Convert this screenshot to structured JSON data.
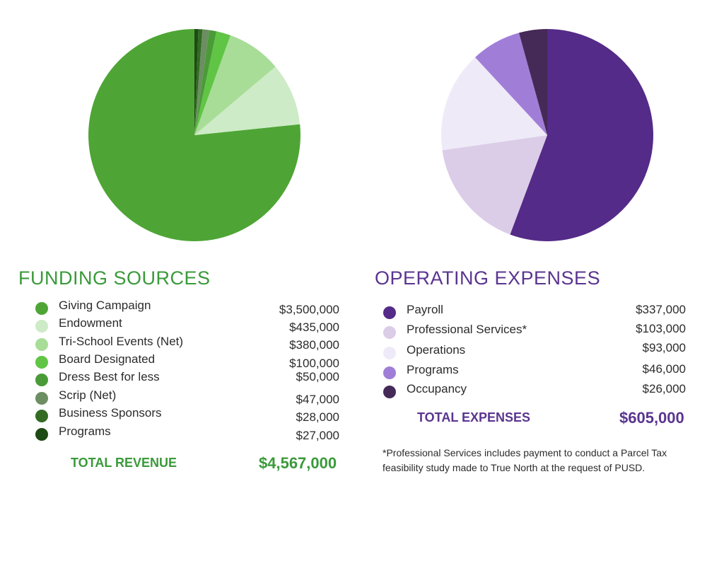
{
  "chart_data": [
    {
      "type": "pie",
      "title": "FUNDING SOURCES",
      "categories": [
        "Giving Campaign",
        "Endowment",
        "Tri-School Events (Net)",
        "Board Designated",
        "Dress Best for less",
        "Scrip (Net)",
        "Business Sponsors",
        "Programs"
      ],
      "values": [
        3500000,
        435000,
        380000,
        100000,
        50000,
        47000,
        28000,
        27000
      ],
      "value_labels": [
        "$3,500,000",
        "$435,000",
        "$380,000",
        "$100,000",
        "$50,000",
        "$47,000",
        "$28,000",
        "$27,000"
      ],
      "colors": [
        "#4ea535",
        "#cdebc6",
        "#a8dd98",
        "#60c545",
        "#4a9b37",
        "#6c8e62",
        "#336b23",
        "#1e4a13"
      ],
      "total_label": "TOTAL REVENUE",
      "total_value": "$4,567,000",
      "legend_position": "below"
    },
    {
      "type": "pie",
      "title": "OPERATING EXPENSES",
      "categories": [
        "Payroll",
        "Professional Services*",
        "Operations",
        "Programs",
        "Occupancy"
      ],
      "values": [
        337000,
        103000,
        93000,
        46000,
        26000
      ],
      "value_labels": [
        "$337,000",
        "$103,000",
        "$93,000",
        "$46,000",
        "$26,000"
      ],
      "colors": [
        "#542b88",
        "#dbcde8",
        "#efeaf8",
        "#a07ed8",
        "#452957"
      ],
      "total_label": "TOTAL EXPENSES",
      "total_value": "$605,000",
      "legend_position": "below"
    }
  ],
  "footnote": "*Professional Services includes payment to conduct a Parcel Tax feasibility study made to True North at the request of PUSD."
}
